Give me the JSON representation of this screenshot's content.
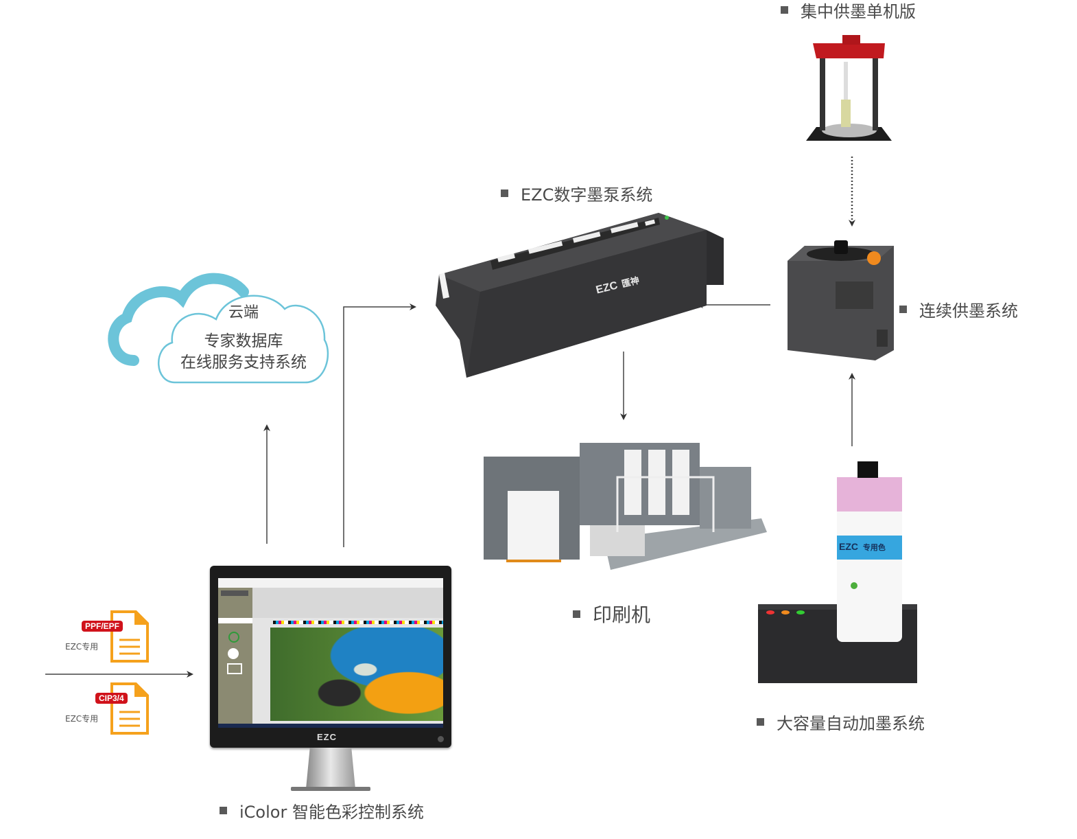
{
  "diagram": {
    "cloud": {
      "title": "云端",
      "line1": "专家数据库",
      "line2": "在线服务支持系统",
      "stroke_color": "#6cc4d9"
    },
    "components": {
      "central_supply": "集中供墨单机版",
      "ink_pump": "EZC数字墨泵系统",
      "continuous_supply": "连续供墨系统",
      "press": "印刷机",
      "auto_refill": "大容量自动加墨系统",
      "icolor": "iColor 智能色彩控制系统"
    },
    "input_files": [
      {
        "tag": "PPF/EPF",
        "sub": "EZC专用"
      },
      {
        "tag": "CIP3/4",
        "sub": "EZC专用"
      }
    ],
    "pump_logo": "EZC",
    "pump_logo_cn": "匯神",
    "monitor_logo": "EZC",
    "can_label": "专用色",
    "colors": {
      "file_orange": "#f5a11c",
      "tag_red": "#d0121b",
      "arrow": "#333333",
      "machine_dark": "#3b3b3d",
      "press_grey": "#6e7479"
    }
  }
}
